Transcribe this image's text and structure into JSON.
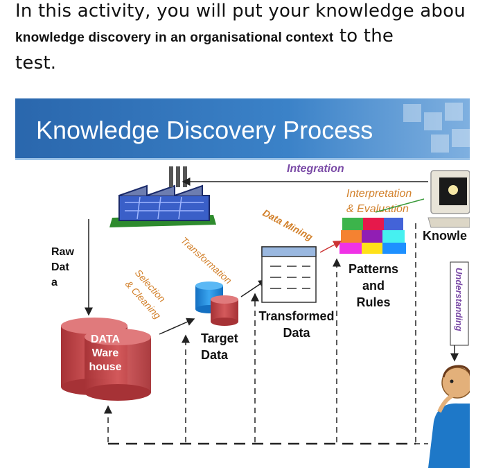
{
  "intro": {
    "line1": "In this activity, you will put your knowledge abou",
    "bold": "knowledge discovery in an organisational context",
    "after_bold": " to the",
    "line3": "test."
  },
  "figure": {
    "title": "Knowledge Discovery Process",
    "labels": {
      "integration": "Integration",
      "interp1": "Interpretation",
      "interp2": "& Evaluation",
      "data_mining": "Data Mining",
      "knowledge": "Knowle",
      "raw1": "Raw",
      "raw2": "Dat",
      "raw3": "a",
      "transformation": "Transformation",
      "patterns1": "Patterns",
      "patterns2": "and",
      "patterns3": "Rules",
      "selection1": "Selection",
      "selection2": "& Cleaning",
      "understanding": "Understanding",
      "transformed1": "Transformed",
      "transformed2": "Data",
      "target1": "Target",
      "target2": "Data",
      "dw1": "DATA",
      "dw2": "Ware",
      "dw3": "house"
    },
    "colors": {
      "title_bar": "#2f6fb5",
      "label_orange": "#d2812c",
      "label_purple": "#7a4aa6",
      "cylinder_red": "#c8484b",
      "cylinder_blue": "#1e8fe0"
    }
  }
}
